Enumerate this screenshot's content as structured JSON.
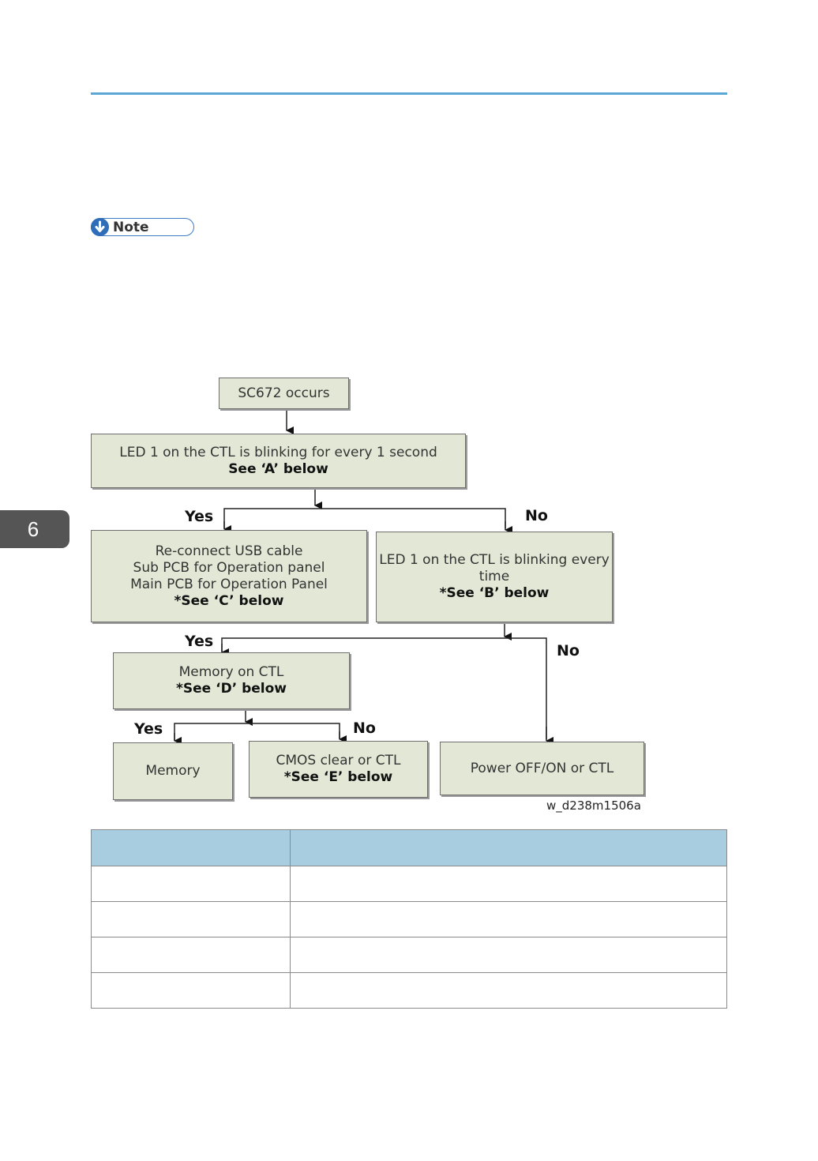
{
  "header": {
    "rule_color": "#5aa7d6"
  },
  "chapter_tab": {
    "number": "6"
  },
  "note": {
    "label": "Note",
    "icon": "arrow-down-circle-icon"
  },
  "flowchart": {
    "box_fill": "#e3e8d6",
    "start": {
      "text": "SC672 occurs"
    },
    "check_1s": {
      "line1": "LED 1 on the CTL is blinking for every 1 second",
      "ref": "See ‘A’ below"
    },
    "reconnect": {
      "line1": "Re-connect USB cable",
      "line2": "Sub PCB for Operation panel",
      "line3": "Main PCB for Operation Panel",
      "ref": "*See ‘C’ below"
    },
    "check_every": {
      "line1": "LED 1 on the CTL is blinking  every",
      "line2": "time",
      "ref": "*See ‘B’ below"
    },
    "memory_ctl": {
      "line1": "Memory on CTL",
      "ref": "*See ‘D’ below"
    },
    "memory": {
      "text": "Memory"
    },
    "cmos": {
      "line1": "CMOS clear or CTL",
      "ref": "*See ‘E’ below"
    },
    "power": {
      "text": "Power OFF/ON or CTL"
    },
    "labels": {
      "yes": "Yes",
      "no": "No"
    },
    "figure_id": "w_d238m1506a"
  },
  "table": {
    "header_color": "#a8cde0",
    "headers": [
      "",
      ""
    ],
    "rows": [
      [
        "",
        ""
      ],
      [
        "",
        ""
      ],
      [
        "",
        ""
      ],
      [
        "",
        ""
      ]
    ]
  }
}
